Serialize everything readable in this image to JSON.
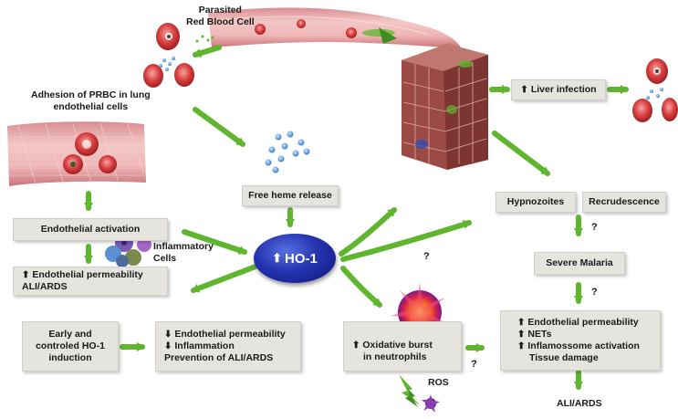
{
  "labels": {
    "parasited_rbc": "Parasited\nRed Blood Cell",
    "adhesion": "Adhesion of PRBC in lung\nendothelial cells",
    "inflammatory_cells": "Inflammatory\nCells",
    "ros": "ROS"
  },
  "boxes": {
    "free_heme": "Free heme release",
    "liver_infection": "Liver infection",
    "hypnozoites": "Hypnozoites",
    "recrudescence": "Recrudescence",
    "severe_malaria": "Severe Malaria",
    "endothelial_activation": "Endothelial activation",
    "endothelial_permeability_line1": "Endothelial permeability",
    "endothelial_permeability_line2": "ALI/ARDS",
    "early_ho1_line1": "Early and",
    "early_ho1_line2": "controled HO-1",
    "early_ho1_line3": "induction",
    "outcome_line1": "Endothelial permeability",
    "outcome_line2": "Inflammation",
    "outcome_line3": "Prevention of ALI/ARDS",
    "oxidative_line1": "Oxidative burst",
    "oxidative_line2": "in neutrophils",
    "final_line1": "Endothelial permeability",
    "final_line2": "NETs",
    "final_line3": "Inflamossome activation",
    "final_line4": "Tissue damage"
  },
  "ho1": "HO-1",
  "ali_ards": "ALI/ARDS",
  "question": "?",
  "colors": {
    "arrow": "#5fb52e",
    "box": "#e6e4df",
    "ho1": "#2434b0",
    "rbc": "#d94848",
    "vessel": "#e9a7a9",
    "heme": "#5aa0d8"
  }
}
